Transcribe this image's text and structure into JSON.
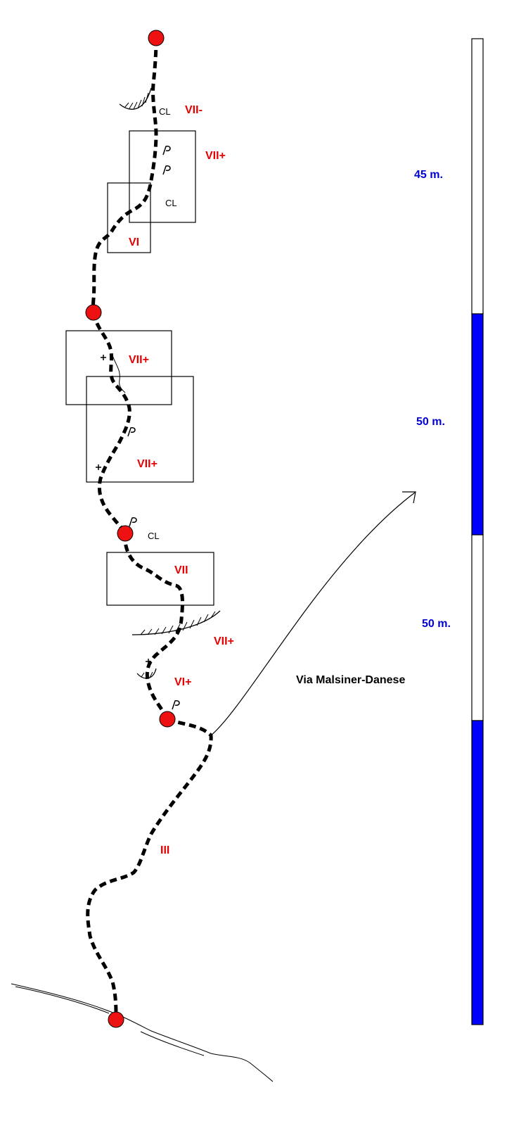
{
  "colors": {
    "grade": "#e60000",
    "length": "#0000d0",
    "scale_blue": "#0000ff",
    "belay": "#ee1111",
    "line": "#000000"
  },
  "route_name": "Via Malsiner-Danese",
  "grades": {
    "p1": "III",
    "p2a": "VI+",
    "p2b": "VII+",
    "p2c": "VII",
    "p3a": "VII+",
    "p3b": "VII+",
    "p4a": "VI",
    "p4b": "VII+",
    "p4c": "VII-"
  },
  "notes": {
    "cl1": "CL",
    "cl2": "CL",
    "cl3": "CL"
  },
  "pitch_lengths": {
    "top": "45 m.",
    "middle": "50 m.",
    "lower": "50 m."
  },
  "icons": {
    "belay": "belay-station-icon",
    "piton": "piton-icon",
    "cross": "cross-mark-icon",
    "overhang": "overhang-icon",
    "arrow": "arrow-icon"
  }
}
